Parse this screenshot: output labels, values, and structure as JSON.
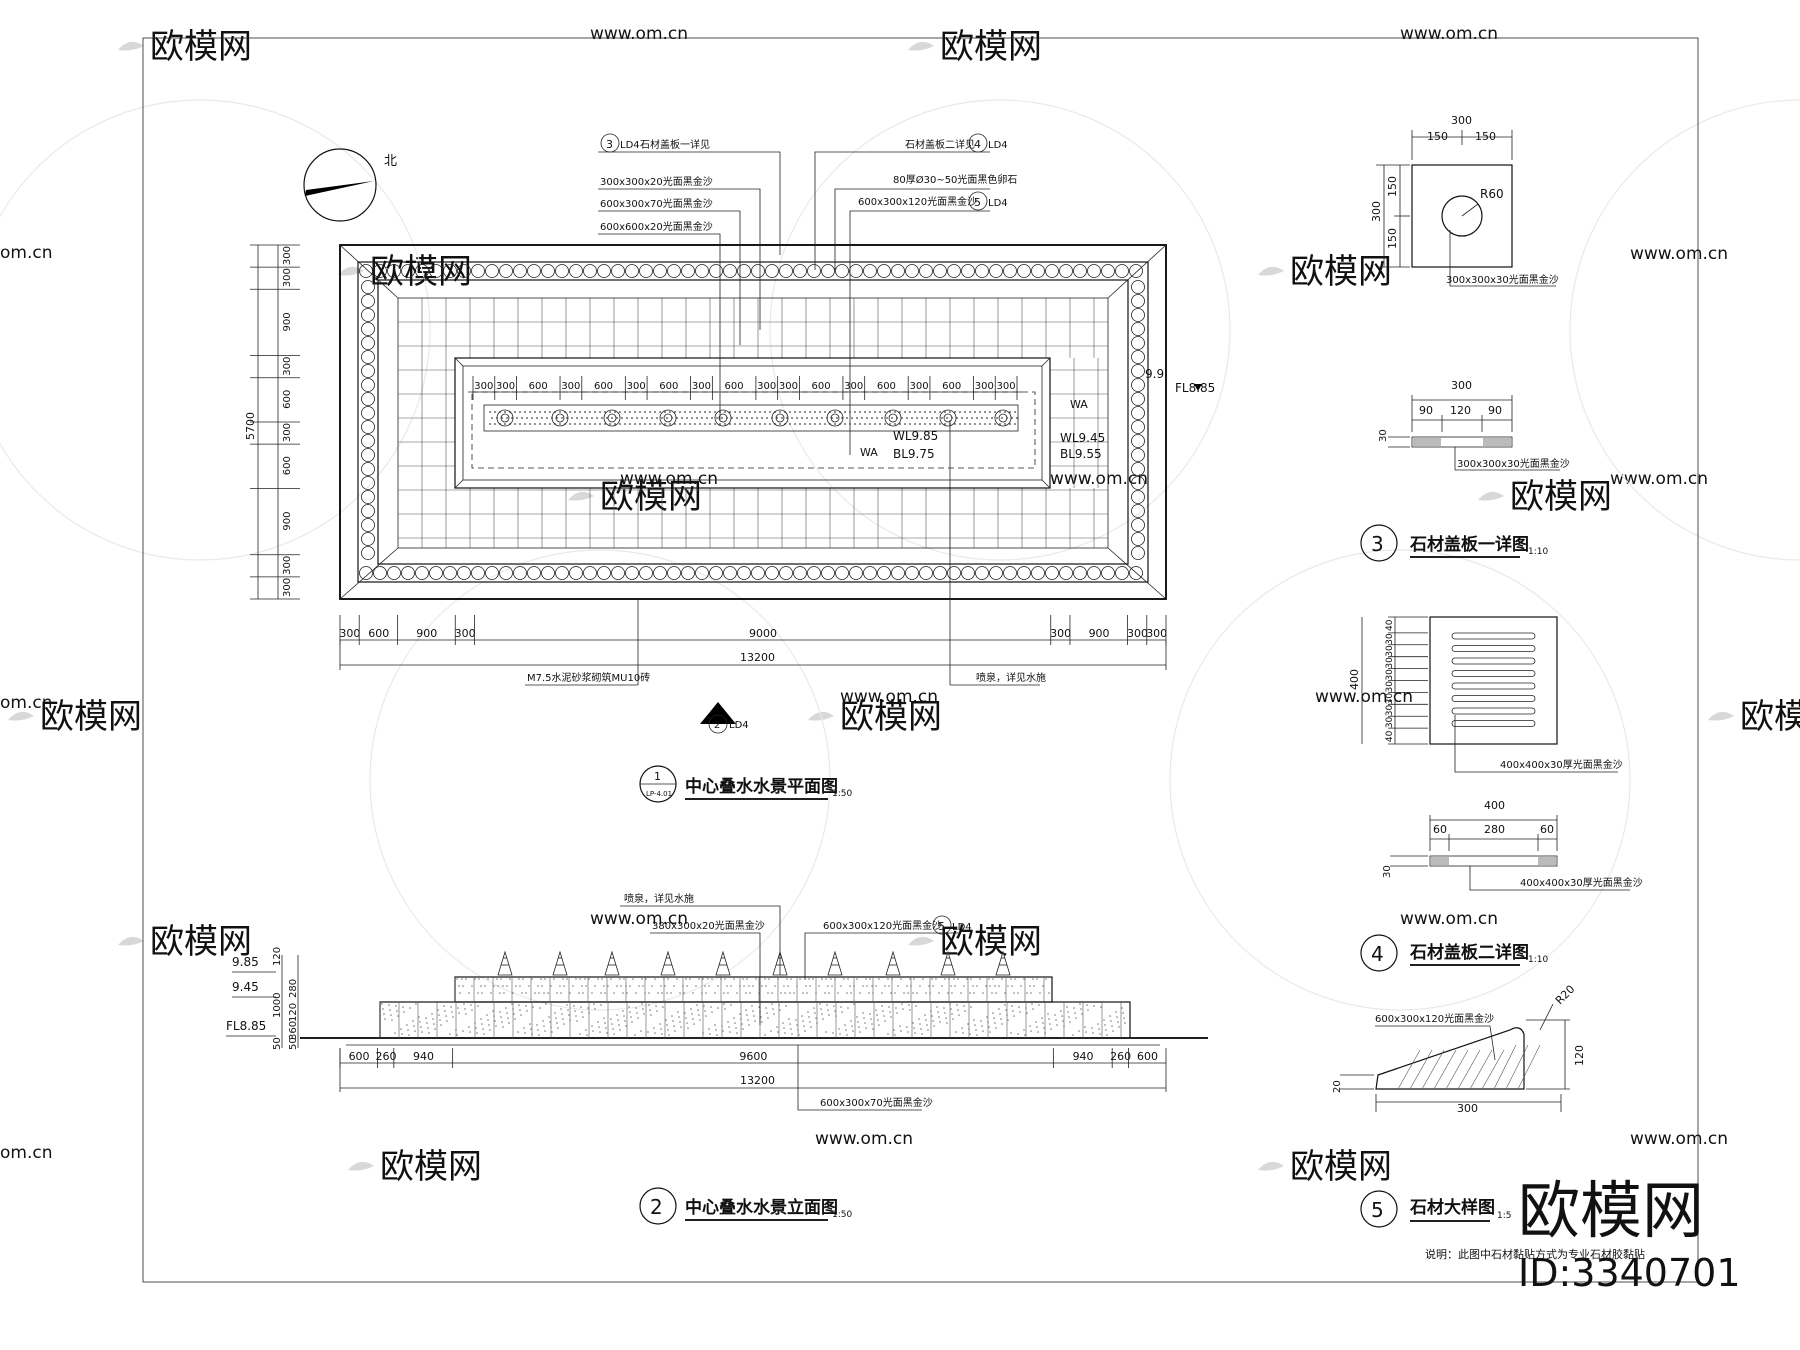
{
  "compass": {
    "label": "北"
  },
  "plan": {
    "callouts_left": [
      {
        "ref": "3",
        "sheet": "LD4",
        "text": "石材盖板一详见"
      },
      {
        "text": "300x300x20光面黑金沙"
      },
      {
        "text": "600x300x70光面黑金沙"
      },
      {
        "text": "600x600x20光面黑金沙"
      }
    ],
    "callouts_right": [
      {
        "ref": "4",
        "sheet": "LD4",
        "text": "石材盖板二详见"
      },
      {
        "text": "80厚Ø30~50光面黑色卵石"
      },
      {
        "ref": "5",
        "sheet": "LD4",
        "text": "600x300x120光面黑金沙"
      }
    ],
    "levels": [
      "FL8.85",
      "WA",
      "WL9.85",
      "BL9.75",
      "WL9.45",
      "BL9.55",
      "9.9",
      "WA"
    ],
    "left_dims": [
      "300",
      "300",
      "900",
      "300",
      "600",
      "300",
      "600",
      "900",
      "300",
      "300"
    ],
    "left_total": "5700",
    "inner_dims": [
      "300",
      "300",
      "600",
      "300",
      "600",
      "300",
      "600",
      "300",
      "600",
      "300",
      "300",
      "600",
      "300",
      "600",
      "300",
      "600",
      "300",
      "300"
    ],
    "bottom_dims": [
      "300",
      "600",
      "900",
      "300",
      "9000",
      "300",
      "900",
      "300",
      "300"
    ],
    "bottom_total": "13200",
    "note_left": "M7.5水泥砂浆砌筑MU10砖",
    "note_right": "喷泉，详见水施",
    "section_marker": {
      "ref": "2",
      "sheet": "LD4"
    },
    "title_num": "1",
    "title_sub": "LP-4.01",
    "title": "中心叠水水景平面图",
    "scale": "1:50"
  },
  "elevation": {
    "callouts": [
      {
        "text": "喷泉，详见水施"
      },
      {
        "text": "380x300x20光面黑金沙"
      },
      {
        "text": "600x300x120光面黑金沙",
        "ref": "5",
        "sheet": "LD4"
      }
    ],
    "levels": [
      "9.85",
      "9.45",
      "FL8.85"
    ],
    "left_dims": [
      "120",
      "280",
      "1000",
      "120",
      "360",
      "50",
      "50"
    ],
    "bottom_dims": [
      "600",
      "260",
      "940",
      "9600",
      "940",
      "260",
      "600"
    ],
    "bottom_total": "13200",
    "bottom_note": "600x300x70光面黑金沙",
    "title_num": "2",
    "title": "中心叠水水景立面图",
    "scale": "1:50"
  },
  "detail3": {
    "top_total": "300",
    "top_halves": [
      "150",
      "150"
    ],
    "side_total": "300",
    "side_halves": [
      "150",
      "150"
    ],
    "radius": "R60",
    "label_plan": "300x300x30光面黑金沙",
    "sec_total": "300",
    "sec_parts": [
      "90",
      "120",
      "90"
    ],
    "sec_thick": "30",
    "label_sec": "300x300x30光面黑金沙",
    "title_num": "3",
    "title": "石材盖板一详图",
    "scale": "1:10"
  },
  "detail4": {
    "side_dims": [
      "40",
      "30",
      "30",
      "30",
      "30",
      "30",
      "30",
      "30",
      "30",
      "40"
    ],
    "side_total": "400",
    "label_plan": "400x400x30厚光面黑金沙",
    "sec_total": "400",
    "sec_parts": [
      "60",
      "280",
      "60"
    ],
    "sec_thick": "30",
    "label_sec": "400x400x30厚光面黑金沙",
    "title_num": "4",
    "title": "石材盖板二详图",
    "scale": "1:10"
  },
  "detail5": {
    "label": "600x300x120光面黑金沙",
    "radius": "R20",
    "height": "120",
    "base": "300",
    "thick": "20",
    "title_num": "5",
    "title": "石材大样图",
    "scale": "1:5"
  },
  "note": "说明：此图中石材黏贴方式为专业石材胶黏贴",
  "brand": {
    "name": "欧模网",
    "id": "ID:3340701"
  },
  "watermark": {
    "site": "www.om.cn",
    "tail": "om.cn",
    "logo": "欧模网"
  }
}
